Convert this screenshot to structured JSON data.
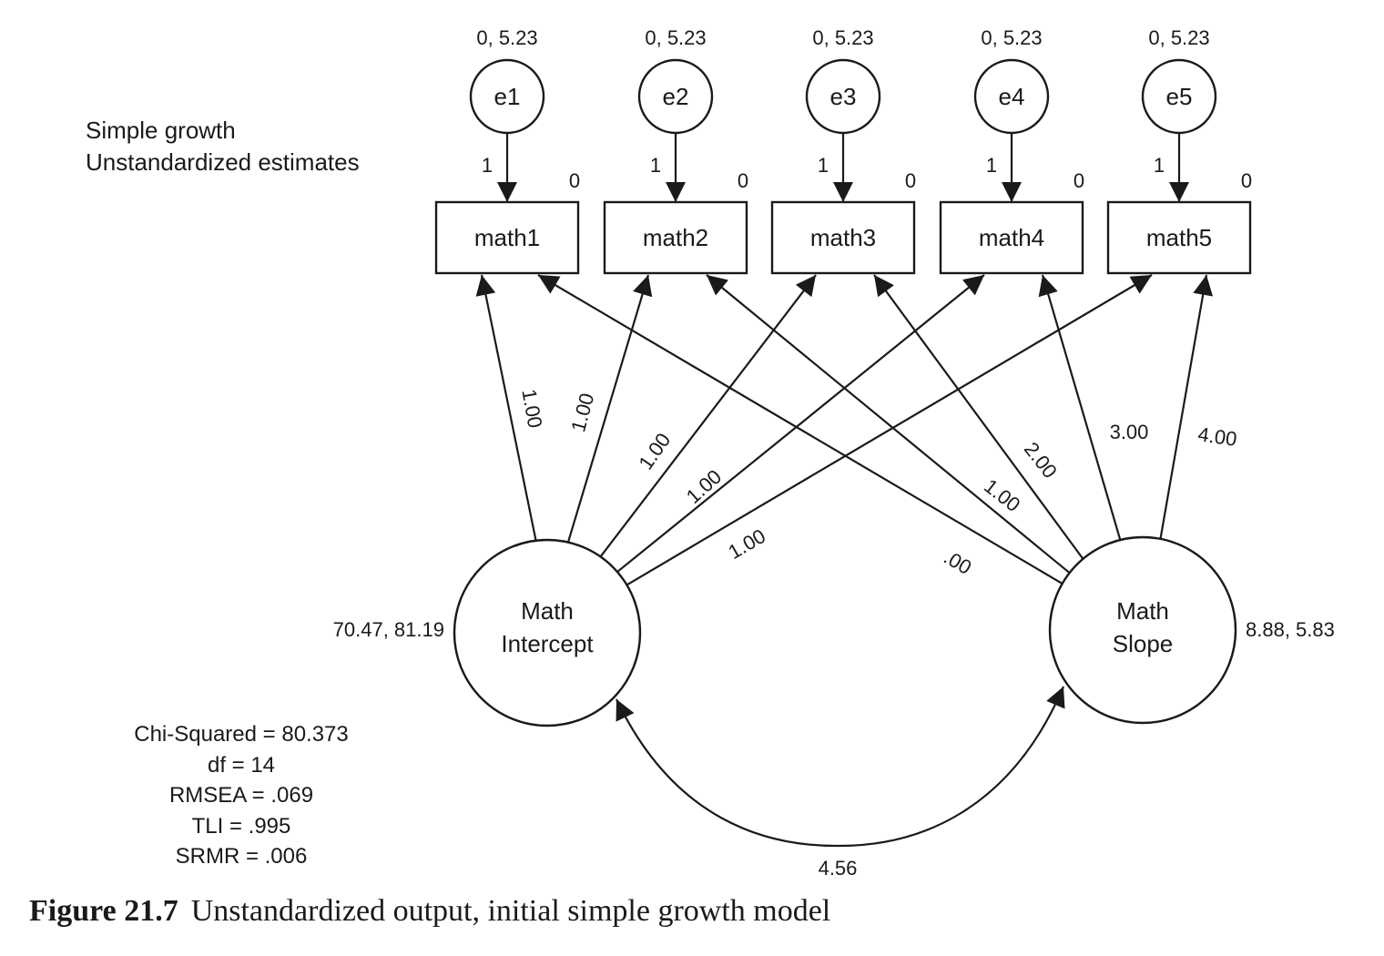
{
  "diagram": {
    "title_lines": [
      "Simple growth",
      "Unstandardized estimates"
    ],
    "errors": [
      {
        "id": "e1",
        "label": "e1",
        "params": "0, 5.23",
        "loading": "1"
      },
      {
        "id": "e2",
        "label": "e2",
        "params": "0, 5.23",
        "loading": "1"
      },
      {
        "id": "e3",
        "label": "e3",
        "params": "0, 5.23",
        "loading": "1"
      },
      {
        "id": "e4",
        "label": "e4",
        "params": "0, 5.23",
        "loading": "1"
      },
      {
        "id": "e5",
        "label": "e5",
        "params": "0, 5.23",
        "loading": "1"
      }
    ],
    "observed": [
      {
        "id": "math1",
        "label": "math1",
        "intercept": "0"
      },
      {
        "id": "math2",
        "label": "math2",
        "intercept": "0"
      },
      {
        "id": "math3",
        "label": "math3",
        "intercept": "0"
      },
      {
        "id": "math4",
        "label": "math4",
        "intercept": "0"
      },
      {
        "id": "math5",
        "label": "math5",
        "intercept": "0"
      }
    ],
    "latents": {
      "intercept": {
        "lines": [
          "Math",
          "Intercept"
        ],
        "params": "70.47, 81.19"
      },
      "slope": {
        "lines": [
          "Math",
          "Slope"
        ],
        "params": "8.88, 5.83"
      }
    },
    "intercept_loadings": [
      "1.00",
      "1.00",
      "1.00",
      "1.00",
      "1.00"
    ],
    "slope_loadings": [
      ".00",
      "1.00",
      "2.00",
      "3.00",
      "4.00"
    ],
    "covariance": "4.56",
    "fit_stats": [
      "Chi-Squared = 80.373",
      "df = 14",
      "RMSEA = .069",
      "TLI = .995",
      "SRMR = .006"
    ]
  },
  "caption": {
    "label": "Figure 21.7",
    "text": "Unstandardized output, initial simple growth model"
  }
}
